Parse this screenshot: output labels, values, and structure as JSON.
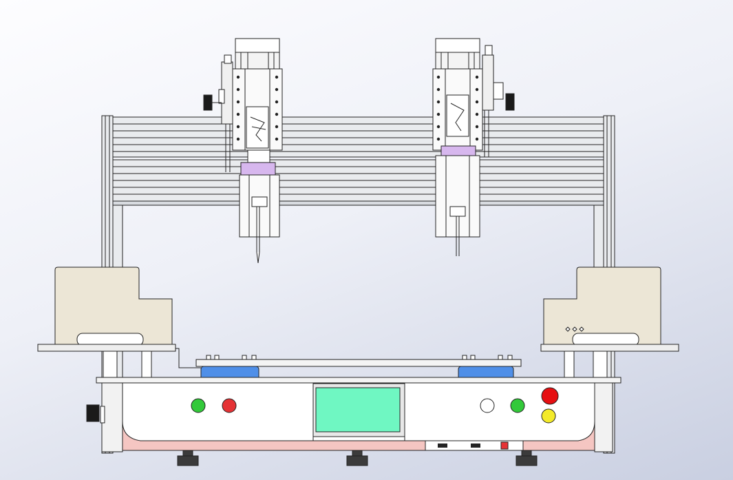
{
  "colors": {
    "background_top": "#fdfdff",
    "background_bottom": "#c9cfe1",
    "frame_metal": "#e9ebee",
    "line": "#222222",
    "hood": "#ece6d6",
    "screen": "#6ff7c2",
    "base_pink": "#f5c6c2",
    "bracket_purple": "#d7b7ee",
    "cable_blue": "#4f8fe8",
    "button_green": "#33c93a",
    "button_red": "#e53235",
    "button_white": "#ffffff",
    "button_yellow": "#f3ea2a",
    "emergency_red": "#e60f12",
    "foot_dark": "#3b3b3b",
    "knob_dark": "#1a1a1a"
  },
  "components": {
    "gantry_beam": "aluminium-extrusion-beam",
    "left_head": "screw-driving-head",
    "right_head": "screw-driving-head",
    "left_feeder": "screw-feeder",
    "right_feeder": "screw-feeder",
    "work_table": "work-table",
    "touch_screen": "hmi-screen",
    "control_panel": "control-panel-strip",
    "buttons_left": [
      "green-button",
      "red-button"
    ],
    "buttons_right": [
      "white-button",
      "green-button",
      "emergency-stop",
      "yellow-button"
    ],
    "feet": [
      "leveling-foot",
      "leveling-foot",
      "leveling-foot"
    ]
  },
  "labels": {}
}
